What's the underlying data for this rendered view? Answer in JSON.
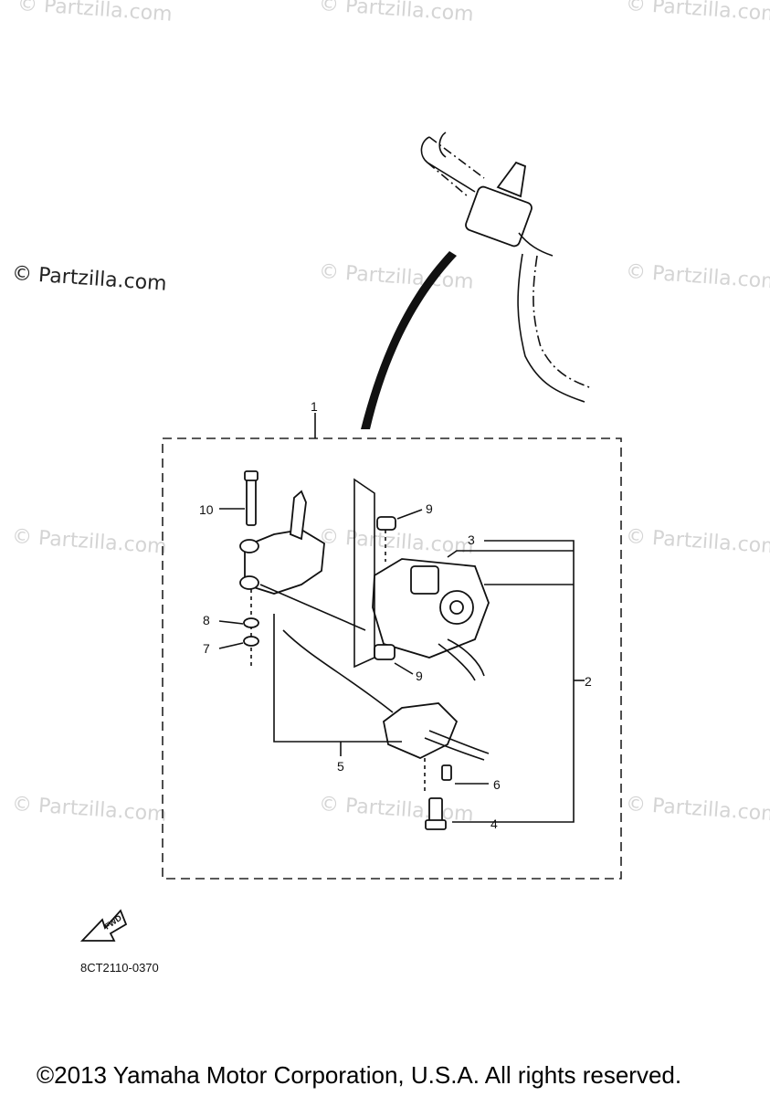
{
  "watermarks": [
    "© Partzilla.com",
    "© Partzilla.com",
    "© Partzilla.com",
    "© Partzilla.com",
    "© Partzilla.com",
    "© Partzilla.com",
    "© Partzilla.com",
    "© Partzilla.com",
    "© Partzilla.com",
    "© Partzilla.com",
    "© Partzilla.com"
  ],
  "watermark_main": "© Partzilla.com",
  "callouts": {
    "c1": "1",
    "c2": "2",
    "c3": "3",
    "c4": "4",
    "c5": "5",
    "c6": "6",
    "c7": "7",
    "c8": "8",
    "c9a": "9",
    "c9b": "9",
    "c10": "10"
  },
  "fwd_label": "FWD",
  "diagram_code": "8CT2110-0370",
  "copyright": "©2013 Yamaha Motor Corporation, U.S.A. All rights reserved."
}
